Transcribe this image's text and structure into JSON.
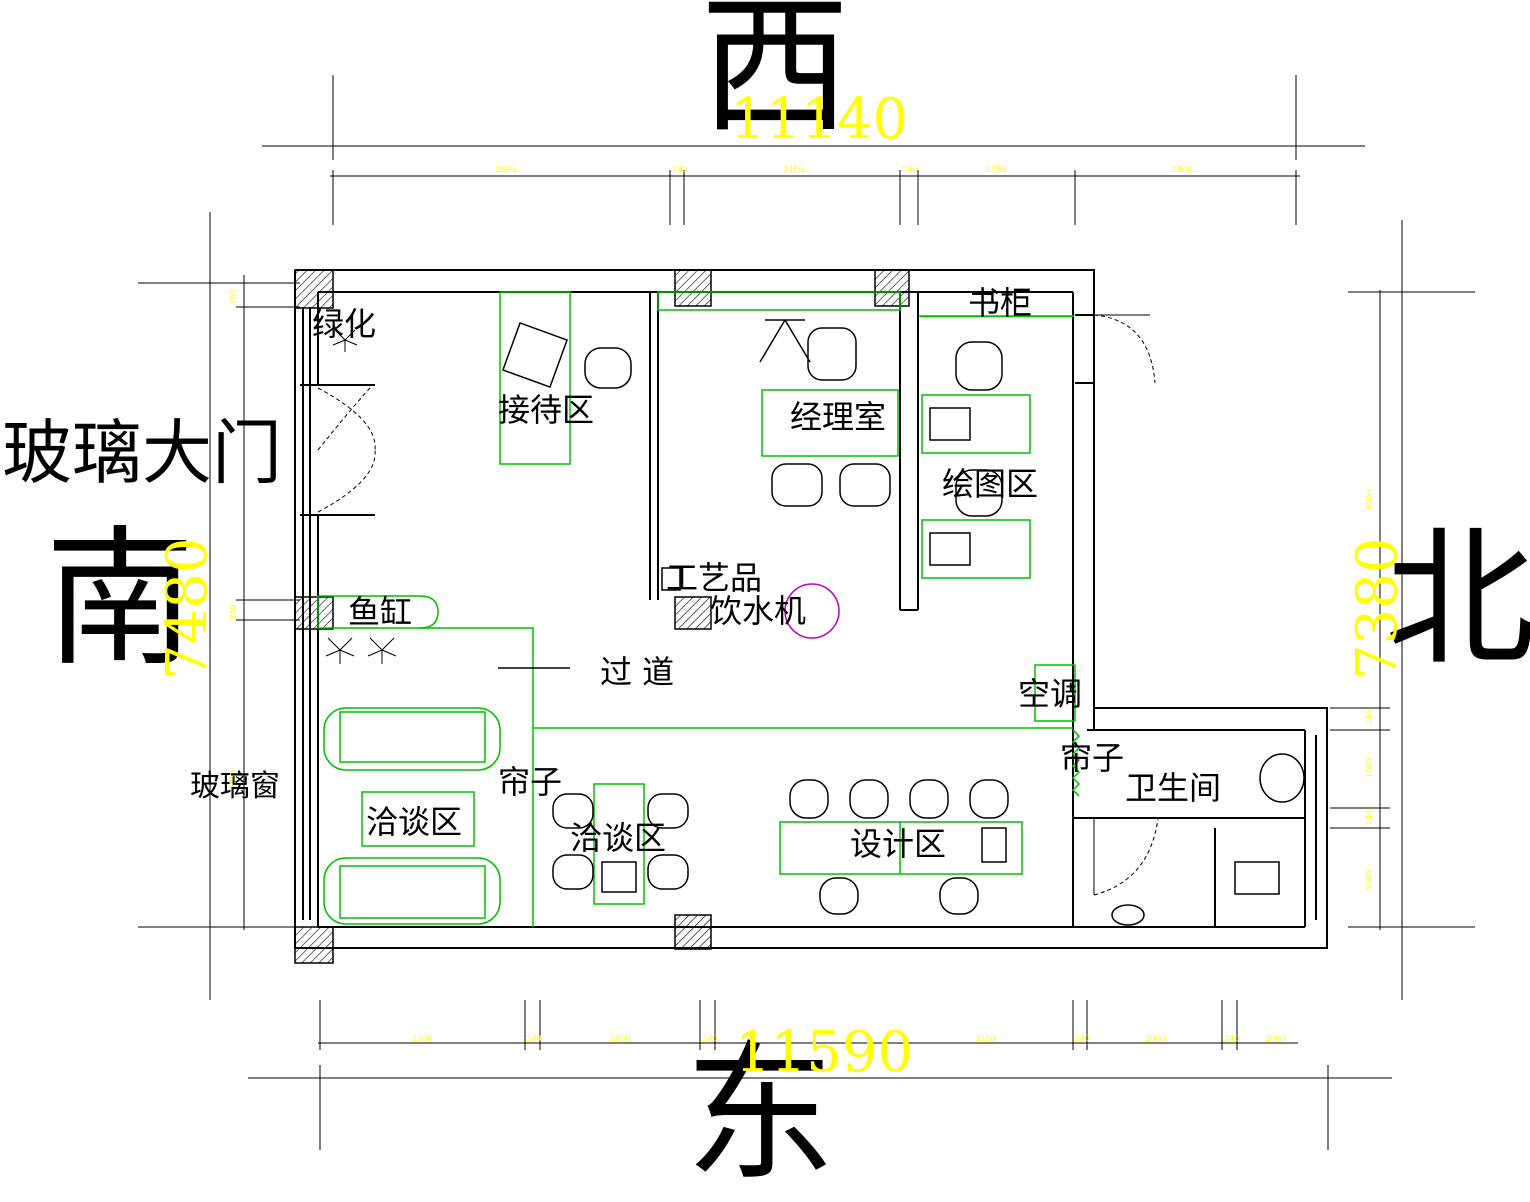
{
  "directions": {
    "west": "西",
    "east": "东",
    "south": "南",
    "north": "北"
  },
  "overall_dims": {
    "top": "11140",
    "bottom": "11590",
    "left": "7480",
    "right": "7380"
  },
  "segment_dims": {
    "top": [
      "2800",
      "240",
      "2400",
      "240",
      "1750",
      "2500"
    ],
    "bottom": [
      "2500",
      "240",
      "2000",
      "240",
      "3250",
      "240",
      "2000",
      "240",
      "2000"
    ],
    "left": [
      "300",
      "240",
      "2500"
    ],
    "right": [
      "4000",
      "240",
      "1000",
      "240",
      "2000"
    ]
  },
  "labels": {
    "glass_door": "玻璃大门",
    "greenery": "绿化",
    "reception": "接待区",
    "manager": "经理室",
    "bookcase": "书柜",
    "drawing": "绘图区",
    "crafts": "工艺品",
    "water": "饮水机",
    "fish_tank": "鱼缸",
    "corridor": "过 道",
    "ac": "空调",
    "curtain1": "帘子",
    "curtain2": "帘子",
    "bathroom": "卫生间",
    "glass_window": "玻璃窗",
    "negotiation1": "洽谈区",
    "negotiation2": "洽谈区",
    "design": "设计区"
  },
  "colors": {
    "wall": "#000000",
    "furniture": "#00c000",
    "dimension": "#ffff00",
    "accent": "#c000c0"
  }
}
